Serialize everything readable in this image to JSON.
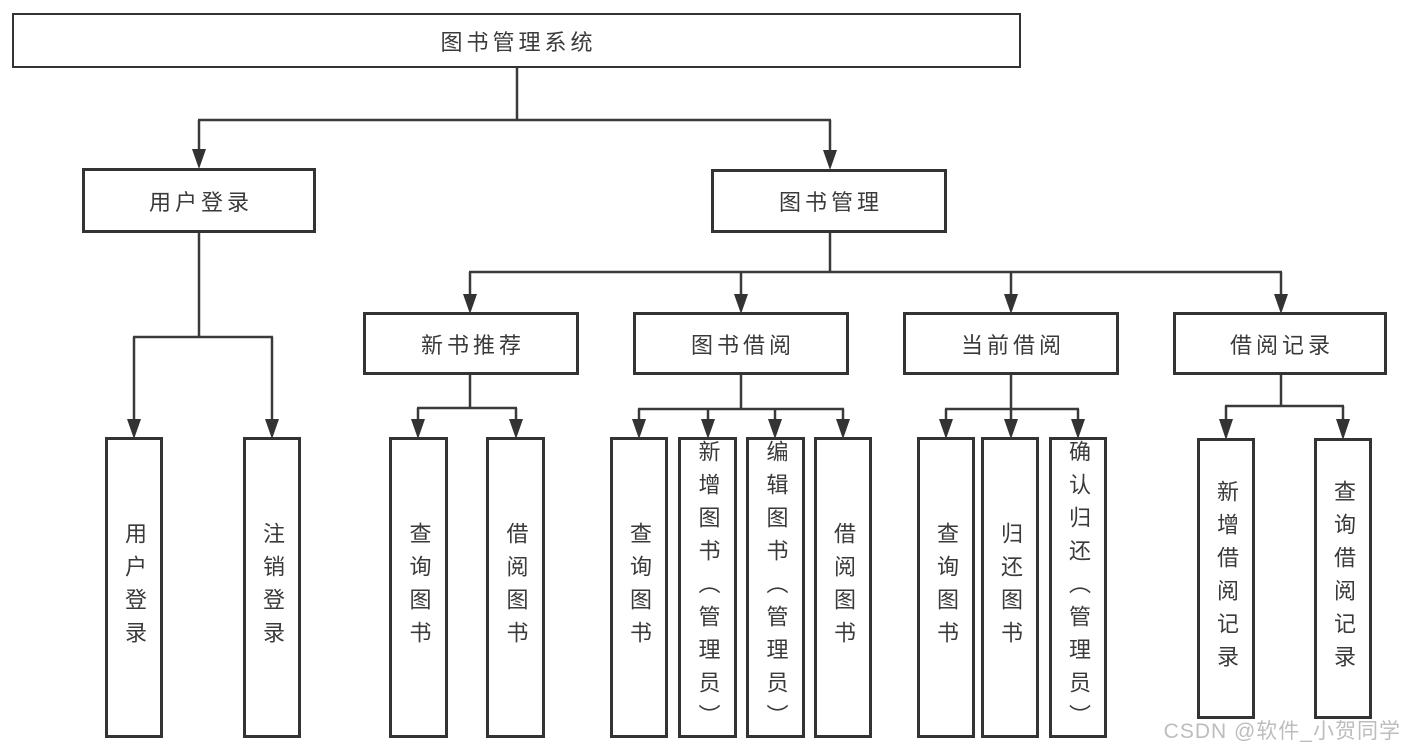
{
  "diagram": {
    "type": "hierarchy-tree",
    "colors": {
      "background": "#ffffff",
      "line": "#3a3a3a",
      "box_border": "#333333",
      "text": "#3a3a3a",
      "watermark": "#bdbdbd"
    },
    "nodes": {
      "root": {
        "label": "图书管理系统"
      },
      "user_login": {
        "label": "用户登录"
      },
      "book_mgmt": {
        "label": "图书管理"
      },
      "new_book_rec": {
        "label": "新书推荐"
      },
      "book_borrow": {
        "label": "图书借阅"
      },
      "current_borrow": {
        "label": "当前借阅"
      },
      "borrow_records": {
        "label": "借阅记录"
      },
      "ul_login": {
        "label": "用户登录"
      },
      "ul_logout": {
        "label": "注销登录"
      },
      "nb_query": {
        "label": "查询图书"
      },
      "nb_borrow": {
        "label": "借阅图书"
      },
      "bb_query": {
        "label": "查询图书"
      },
      "bb_add": {
        "label": "新增图书（管理员）"
      },
      "bb_edit": {
        "label": "编辑图书（管理员）"
      },
      "bb_borrow": {
        "label": "借阅图书"
      },
      "cb_query": {
        "label": "查询图书"
      },
      "cb_return": {
        "label": "归还图书"
      },
      "cb_confirm": {
        "label": "确认归还（管理员）"
      },
      "br_add": {
        "label": "新增借阅记录"
      },
      "br_query": {
        "label": "查询借阅记录"
      }
    },
    "hierarchy": {
      "label": "图书管理系统",
      "children": [
        {
          "label": "用户登录",
          "children": [
            "用户登录",
            "注销登录"
          ]
        },
        {
          "label": "图书管理",
          "children": [
            {
              "label": "新书推荐",
              "children": [
                "查询图书",
                "借阅图书"
              ]
            },
            {
              "label": "图书借阅",
              "children": [
                "查询图书",
                "新增图书（管理员）",
                "编辑图书（管理员）",
                "借阅图书"
              ]
            },
            {
              "label": "当前借阅",
              "children": [
                "查询图书",
                "归还图书",
                "确认归还（管理员）"
              ]
            },
            {
              "label": "借阅记录",
              "children": [
                "新增借阅记录",
                "查询借阅记录"
              ]
            }
          ]
        }
      ]
    },
    "watermark": "CSDN @软件_小贺同学"
  }
}
